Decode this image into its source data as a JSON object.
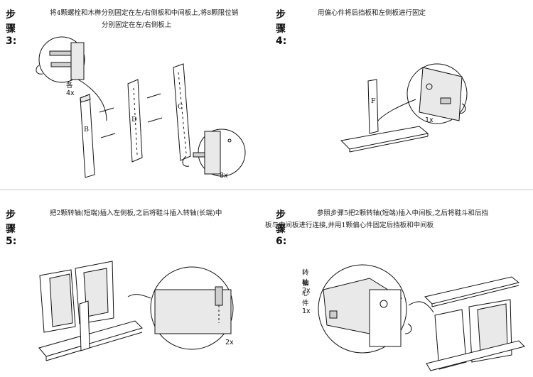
{
  "steps": [
    {
      "title": "步骤3:",
      "desc_lines": [
        "将4颗螺栓和木榫分别固定在左/右侧板和中间板上,将8颗限位销",
        "分别固定在左/右侧板上"
      ],
      "labels": {
        "qty_each4": "各4x",
        "qty_8": "8x",
        "panel_b": "B",
        "panel_d": "D",
        "panel_c": "C"
      }
    },
    {
      "title": "步骤4:",
      "desc_lines": [
        "用偏心件将后挡板和左侧板进行固定"
      ],
      "labels": {
        "qty_1": "1x",
        "panel_f": "F"
      }
    },
    {
      "title": "步骤5:",
      "desc_lines": [
        "把2颗转轴(短端)插入左侧板,之后将鞋斗插入转轴(长端)中"
      ],
      "labels": {
        "qty_2": "2x"
      }
    },
    {
      "title": "步骤6:",
      "desc_lines": [
        "参照步骤5把2颗转轴(短端)插入中间板,之后将鞋斗和后挡",
        "板与中间板进行连接,并用1颗偏心件固定后挡板和中间板"
      ],
      "labels": {
        "pivot_qty": "转轴2x",
        "cam_qty": "偏心件1x"
      }
    }
  ]
}
